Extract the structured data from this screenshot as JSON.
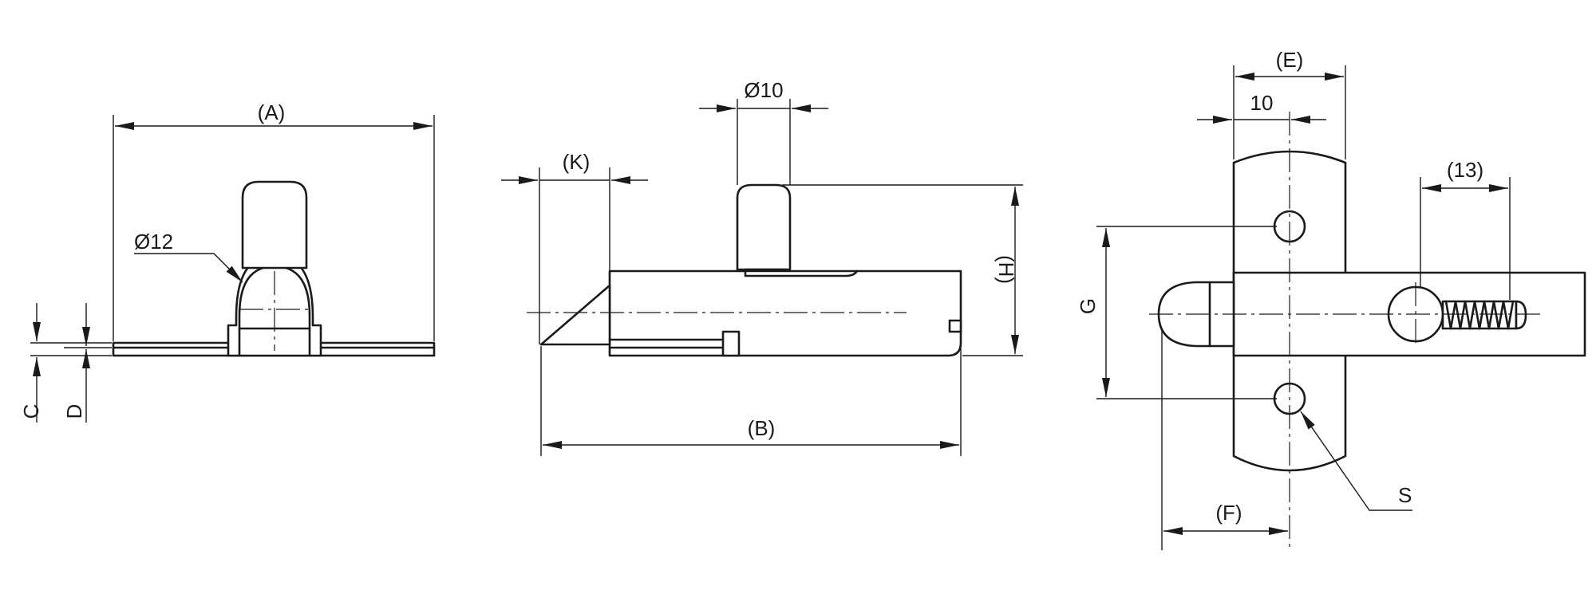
{
  "labels": {
    "a": "(A)",
    "b": "(B)",
    "c": "C",
    "d": "D",
    "e": "(E)",
    "f": "(F)",
    "g": "G",
    "h": "(H)",
    "k": "(K)",
    "s": "S",
    "dia12": "Ø12",
    "dia10": "Ø10",
    "ten": "10",
    "thirteen": "(13)"
  }
}
